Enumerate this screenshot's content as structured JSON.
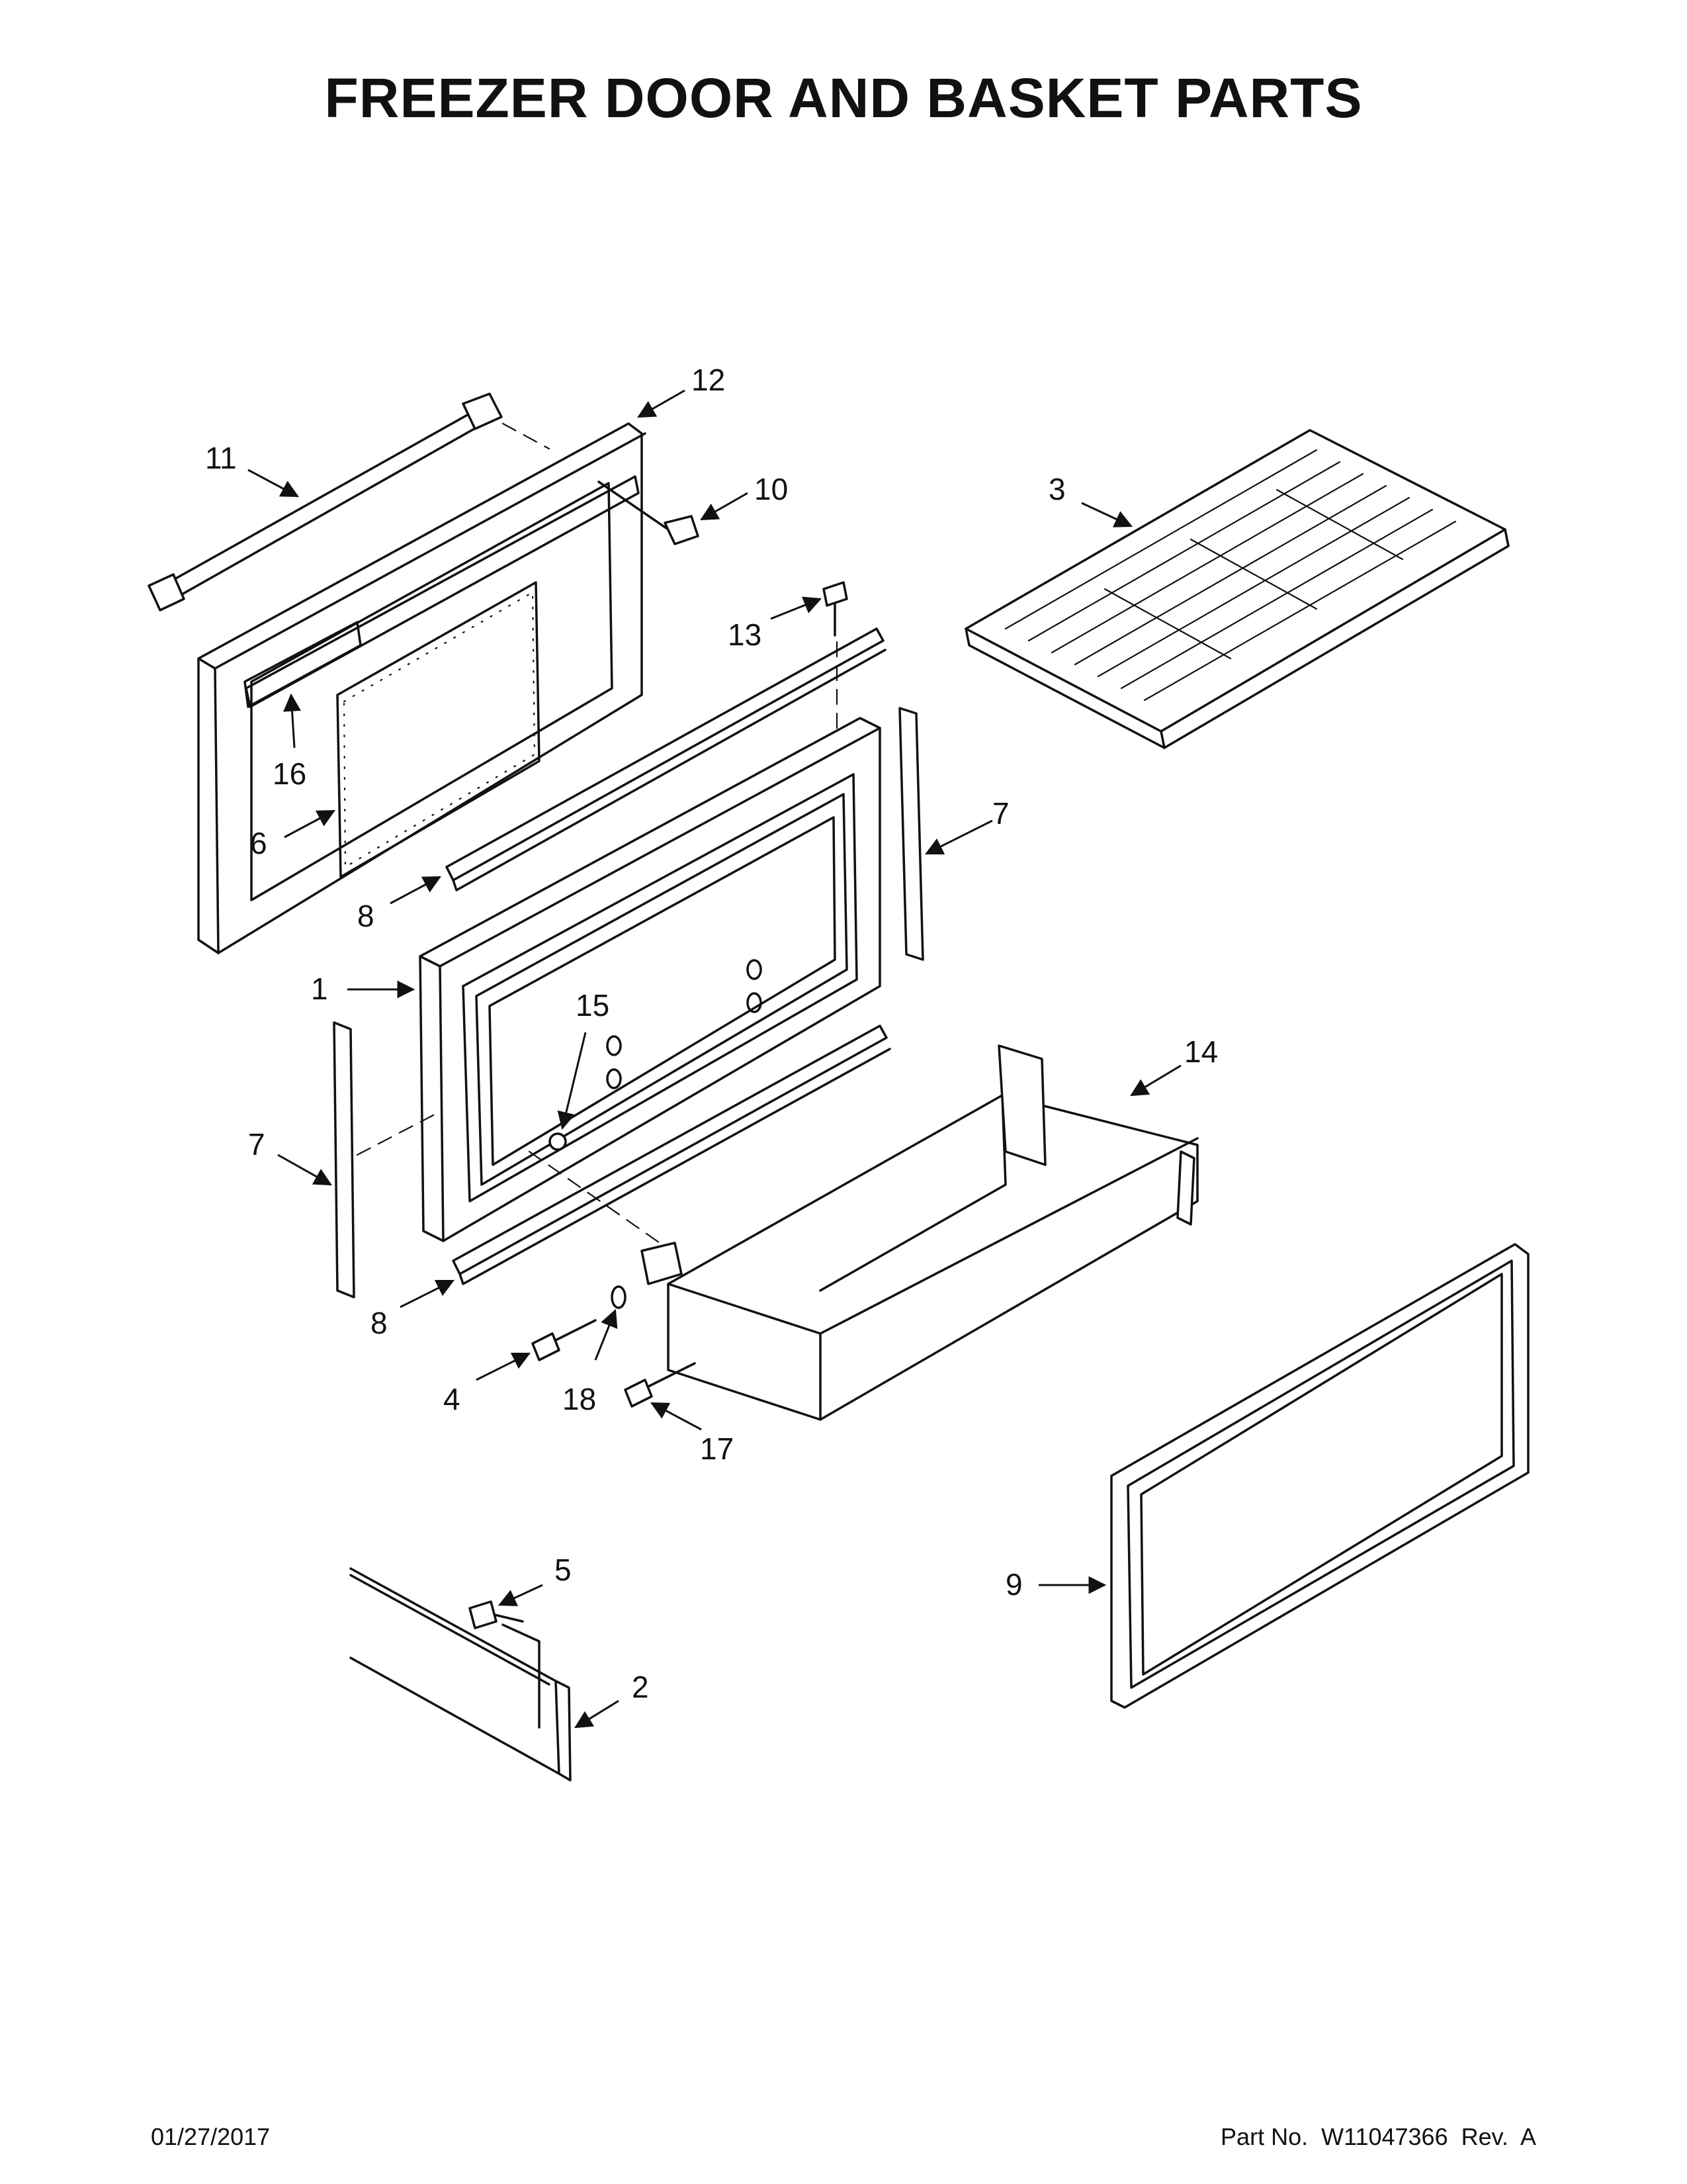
{
  "page": {
    "title": "FREEZER DOOR AND BASKET PARTS",
    "date": "01/27/2017",
    "part_label": "Part No.",
    "part_number": "W11047366",
    "revision": "Rev.  A"
  },
  "callouts": [
    "1",
    "2",
    "3",
    "4",
    "5",
    "6",
    "7",
    "7",
    "8",
    "8",
    "9",
    "10",
    "11",
    "12",
    "13",
    "14",
    "15",
    "16",
    "17",
    "18"
  ]
}
